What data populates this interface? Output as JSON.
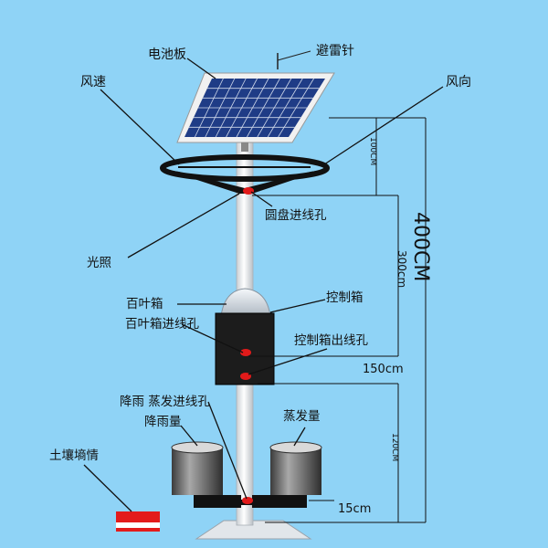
{
  "colors": {
    "background": "#8fd3f6",
    "pole": "#eef1f3",
    "panel": "#1f3c86",
    "frame": "#e6e6e6",
    "box": "#1a1a1a",
    "hole": "#e11a1a",
    "soil_sensor": "#e31b1b"
  },
  "labels": {
    "solar_panel": "电池板",
    "lightning_rod": "避雷针",
    "wind_speed": "风速",
    "wind_direction": "风向",
    "disc_hole": "圆盘进线孔",
    "light": "光照",
    "louver_box": "百叶箱",
    "louver_hole": "百叶箱进线孔",
    "control_box": "控制箱",
    "control_out_hole": "控制箱出线孔",
    "rain_evap_hole": "降雨 蒸发进线孔",
    "rainfall": "降雨量",
    "evaporation": "蒸发量",
    "soil_moisture": "土壤墒情"
  },
  "dimensions": {
    "d100": "100CM",
    "d300": "300cm",
    "d400": "400CM",
    "d150": "150cm",
    "d120": "120CM",
    "d15": "15cm"
  }
}
